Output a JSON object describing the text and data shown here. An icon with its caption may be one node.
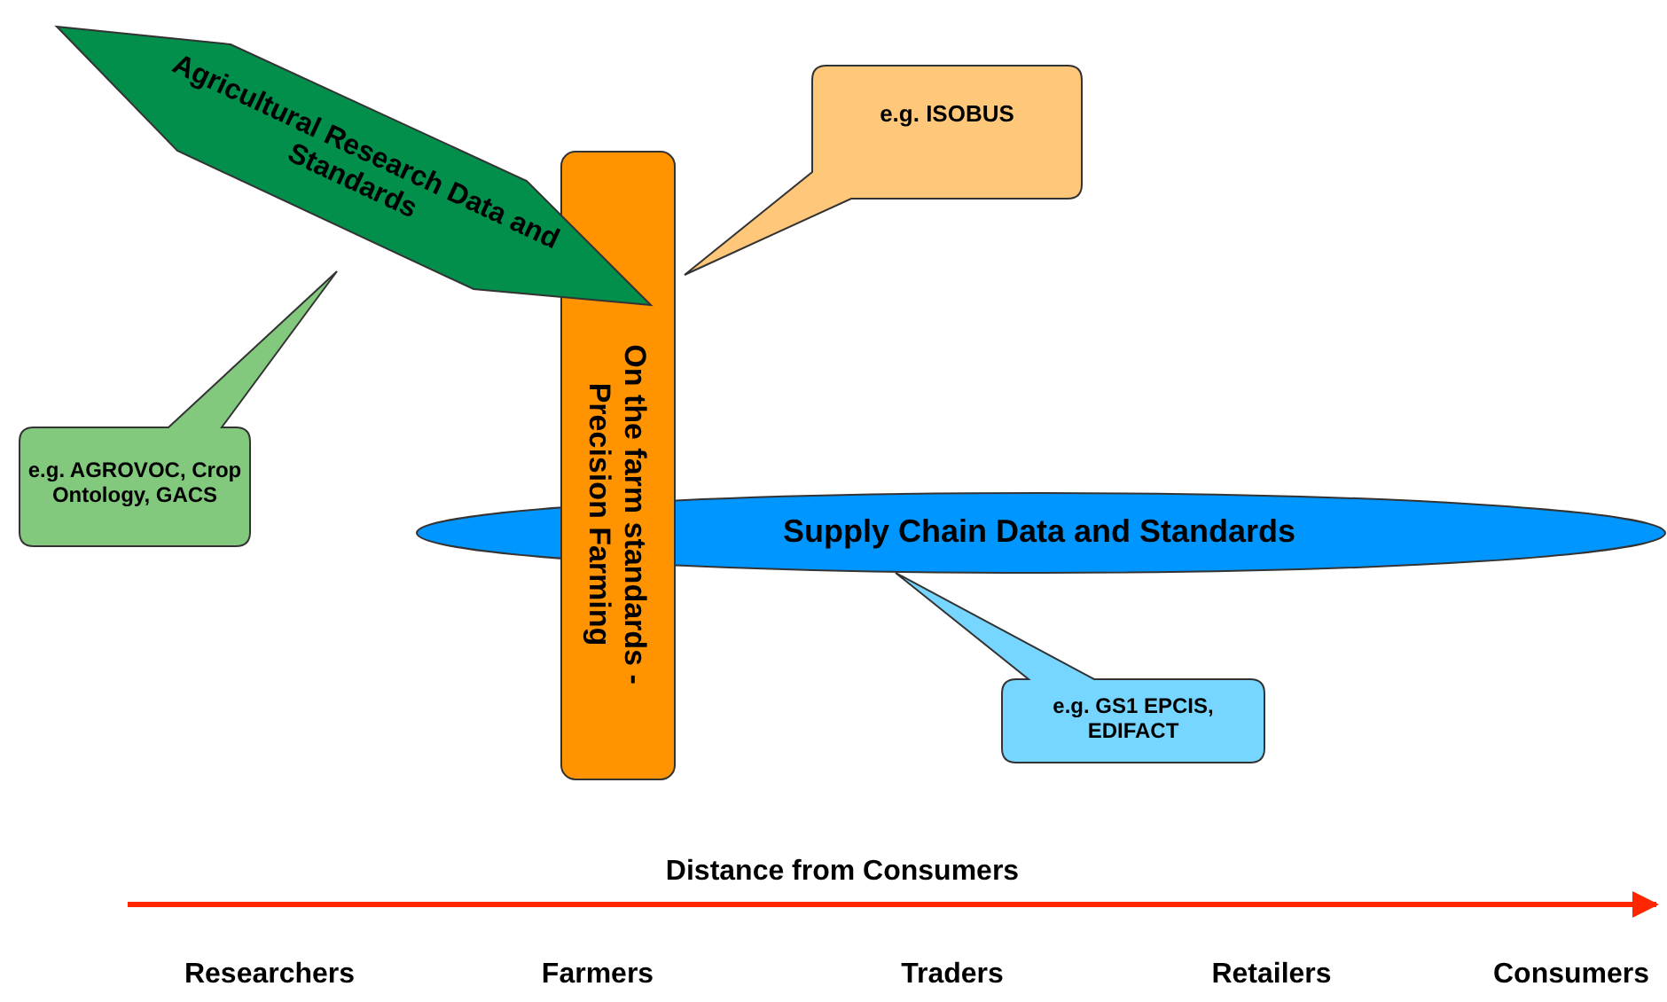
{
  "diagram": {
    "nodes": [
      {
        "text": [
          "Agricultural Research Data and Standards"
        ]
      },
      {
        "text": [
          "On the farm standards - Precision Farming"
        ]
      },
      {
        "text": [
          "Supply Chain Data and Standards"
        ]
      },
      {
        "text": [
          "e.g. ISOBUS"
        ]
      },
      {
        "text": [
          "e.g. AGROVOC, Crop Ontology, GACS"
        ]
      },
      {
        "text": [
          "e.g. GS1 EPCIS, EDIFACT"
        ]
      }
    ],
    "labels": [
      "Distance from Consumers",
      "Researchers",
      "Farmers",
      "Traders",
      "Retailers",
      "Consumers"
    ]
  }
}
